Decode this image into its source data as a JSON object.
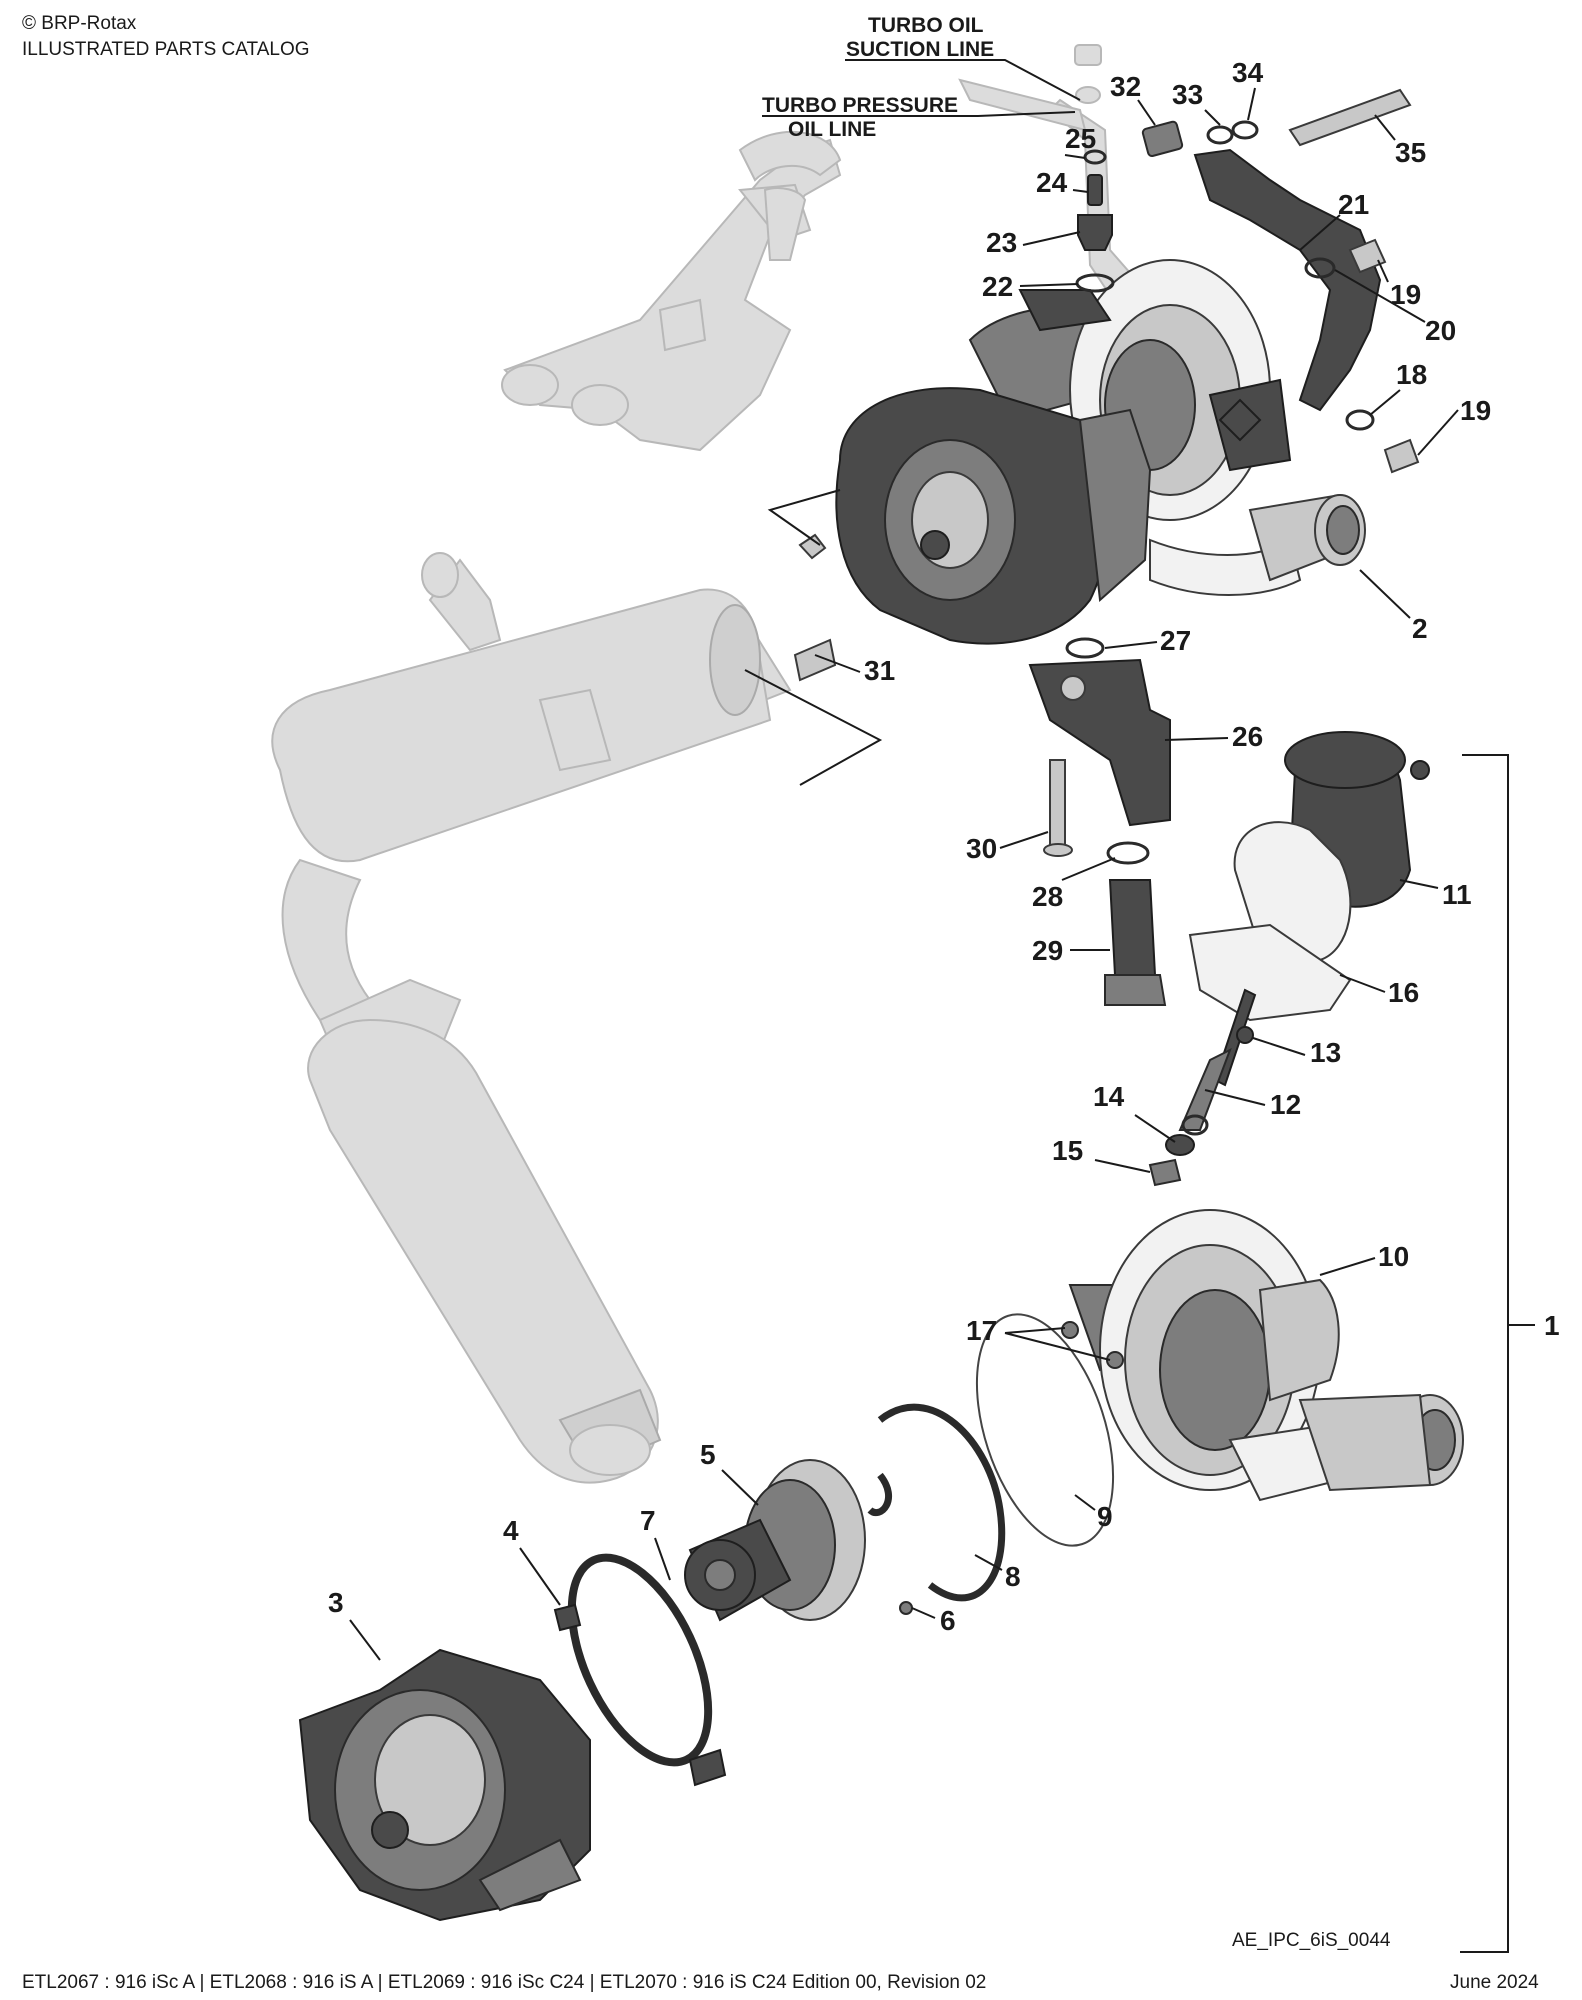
{
  "header": {
    "copyright": "© BRP-Rotax",
    "catalog_title": "ILLUSTRATED PARTS CATALOG"
  },
  "labels": {
    "turbo_oil_suction_line_1": "TURBO OIL",
    "turbo_oil_suction_line_2": "SUCTION LINE",
    "turbo_pressure_oil_line_1": "TURBO PRESSURE",
    "turbo_pressure_oil_line_2": "OIL LINE"
  },
  "callouts": {
    "c1": "1",
    "c2": "2",
    "c3": "3",
    "c4": "4",
    "c5": "5",
    "c6": "6",
    "c7": "7",
    "c8": "8",
    "c9": "9",
    "c10": "10",
    "c11": "11",
    "c12": "12",
    "c13": "13",
    "c14": "14",
    "c15": "15",
    "c16": "16",
    "c17": "17",
    "c18": "18",
    "c19a": "19",
    "c19b": "19",
    "c20": "20",
    "c21": "21",
    "c22": "22",
    "c23": "23",
    "c24": "24",
    "c25": "25",
    "c26": "26",
    "c27": "27",
    "c28": "28",
    "c29": "29",
    "c30": "30",
    "c31": "31",
    "c32": "32",
    "c33": "33",
    "c34": "34",
    "c35": "35"
  },
  "figure_id": "AE_IPC_6iS_0044",
  "footer": {
    "applicability": "ETL2067 : 916 iSc A | ETL2068 : 916 iS A | ETL2069 : 916 iSc C24 | ETL2070 : 916 iS C24 Edition 00, Revision 02",
    "date": "June 2024"
  }
}
